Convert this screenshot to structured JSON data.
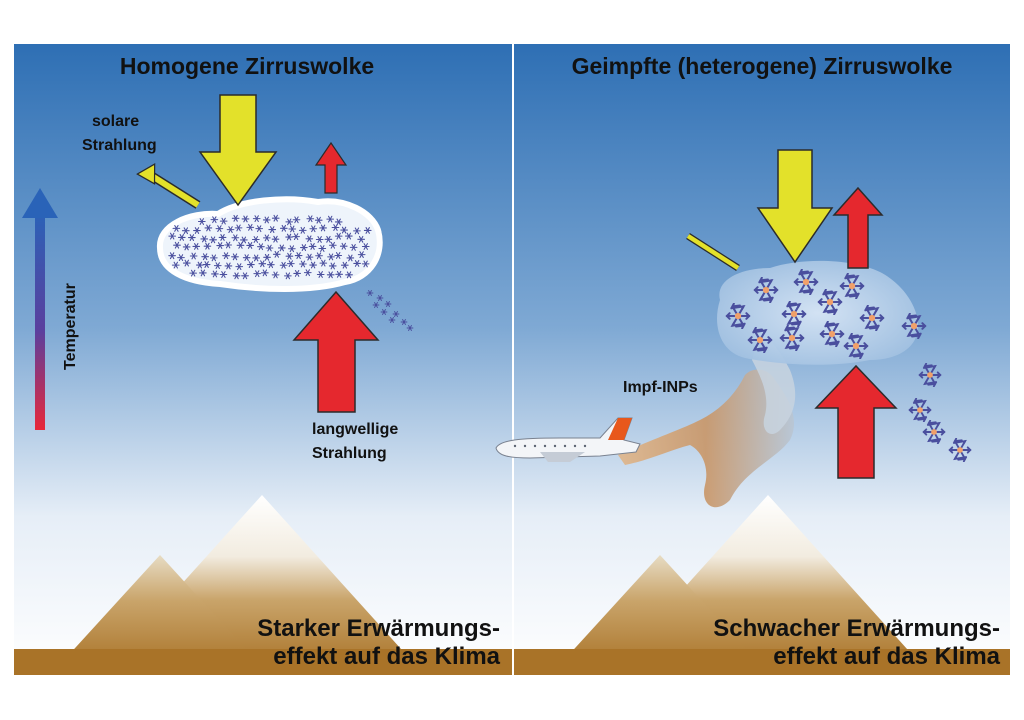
{
  "left_panel": {
    "title": "Homogene Zirruswolke",
    "solar_label_line1": "solare",
    "solar_label_line2": "Strahlung",
    "longwave_label_line1": "langwellige",
    "longwave_label_line2": "Strahlung",
    "temperature_label": "Temperatur",
    "result_line1": "Starker Erwärmungs-",
    "result_line2": "effekt auf das Klima"
  },
  "right_panel": {
    "title": "Geimpfte (heterogene) Zirruswolke",
    "inp_label": "Impf-INPs",
    "result_line1": "Schwacher Erwärmungs-",
    "result_line2": "effekt auf das Klima"
  },
  "colors": {
    "sky_top": "#2e6fb4",
    "sky_bottom": "#ffffff",
    "solar_arrow": "#e3e12a",
    "longwave_arrow": "#e5282e",
    "temperature_top": "#2a63b8",
    "temperature_bottom": "#e8283a",
    "ground": "#a97328",
    "ice_crystal": "#4a4f9e",
    "ice_core": "#f0a06a"
  },
  "icons": [
    "snowflake-icon",
    "airplane-icon",
    "mountain-icon",
    "cloud-icon"
  ]
}
